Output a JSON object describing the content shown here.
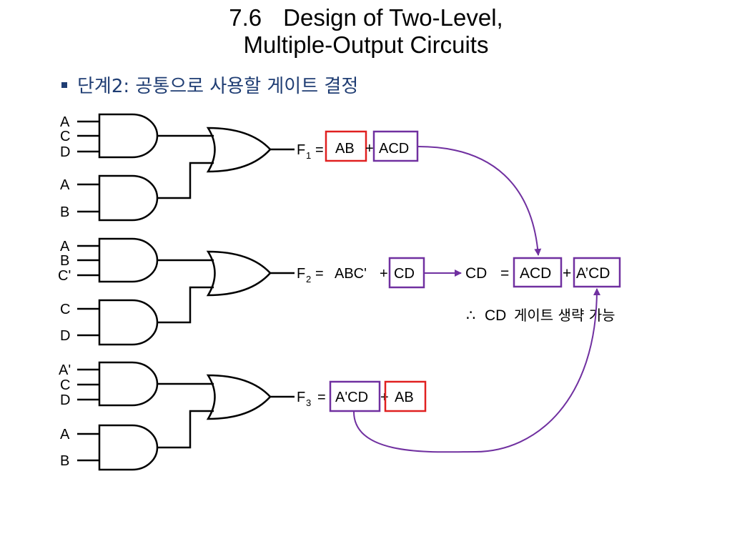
{
  "title": {
    "number": "7.6",
    "line1": "Design of Two-Level,",
    "line2": "Multiple-Output Circuits"
  },
  "bullet": "단계2: 공통으로 사용할 게이트 결정",
  "colors": {
    "red": "#e02020",
    "purple": "#7030a0",
    "bullet": "#1f3d73"
  },
  "circuits": [
    {
      "gate1_inputs": [
        "A",
        "C",
        "D"
      ],
      "gate2_inputs": [
        "A",
        "B"
      ],
      "lhs": "F",
      "subscript": "1",
      "equals": "=",
      "term1": "AB",
      "plus": "+",
      "term2": "ACD"
    },
    {
      "gate1_inputs": [
        "A",
        "B",
        "C'"
      ],
      "gate2_inputs": [
        "C",
        "D"
      ],
      "lhs": "F",
      "subscript": "2",
      "equals": "=",
      "term1": "ABC'",
      "plus": "+",
      "term2": "CD"
    },
    {
      "gate1_inputs": [
        "A'",
        "C",
        "D"
      ],
      "gate2_inputs": [
        "A",
        "B"
      ],
      "lhs": "F",
      "subscript": "3",
      "equals": "=",
      "term1": "A'CD",
      "plus": "+",
      "term2": "AB"
    }
  ],
  "cd_expr": {
    "lhs": "CD",
    "equals": "=",
    "term1": "ACD",
    "plus": "+",
    "term2": "A’CD"
  },
  "conclusion": {
    "symbol": "∴",
    "lhs": "CD",
    "text": "게이트 생략 가능"
  }
}
